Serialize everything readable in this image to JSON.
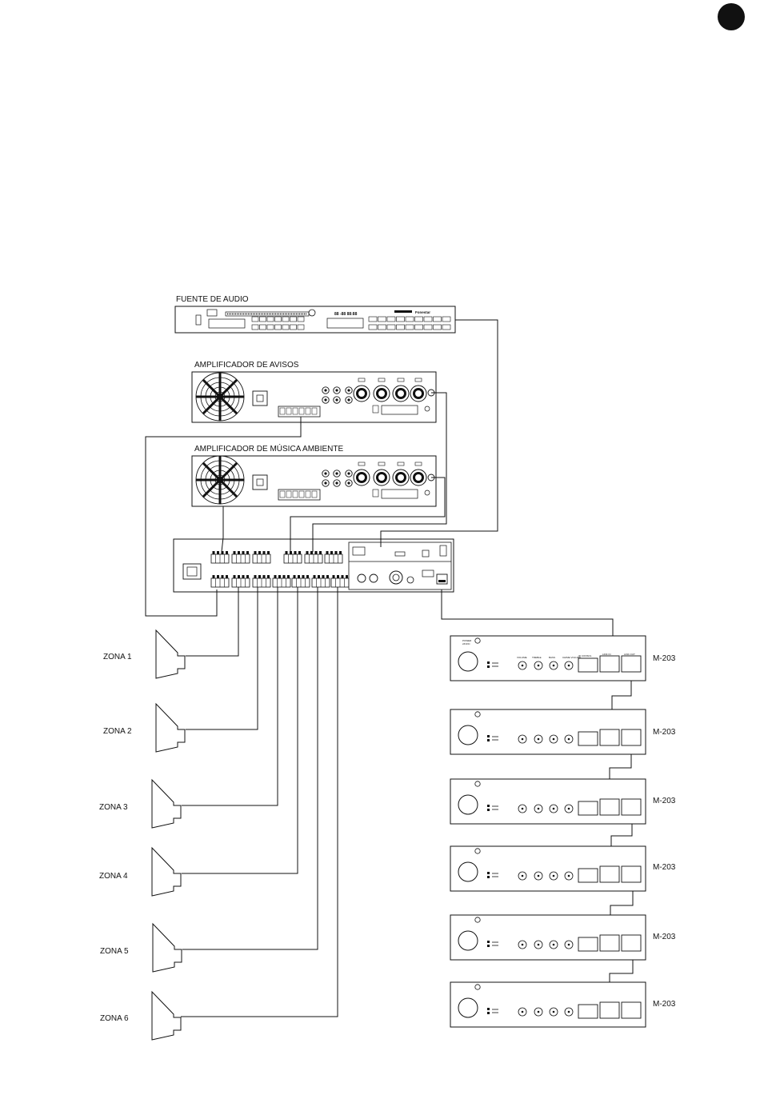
{
  "page_marker": {
    "color": "#111111"
  },
  "audio_source": {
    "title": "FUENTE DE AUDIO",
    "brand": "Fonestar",
    "display": "88 -88 88:88"
  },
  "paging_amp": {
    "title": "AMPLIFICADOR DE AVISOS"
  },
  "ambient_amp": {
    "title": "AMPLIFICADOR DE MÚSICA AMBIENTE"
  },
  "controller": {},
  "zones": [
    {
      "label": "ZONA 1"
    },
    {
      "label": "ZONA 2"
    },
    {
      "label": "ZONA 3"
    },
    {
      "label": "ZONA 4"
    },
    {
      "label": "ZONA 5"
    },
    {
      "label": "ZONA 6"
    }
  ],
  "remote_panels": [
    {
      "model": "M-203"
    },
    {
      "model": "M-203"
    },
    {
      "model": "M-203"
    },
    {
      "model": "M-203"
    },
    {
      "model": "M-203"
    },
    {
      "model": "M-203"
    }
  ],
  "remote_panel_labels": {
    "power": "POWER",
    "volts": "24VDC",
    "knobs": [
      "VOLUME",
      "TREBLE",
      "BASS",
      "CHIME VOLUME"
    ],
    "control": "ID CONSOL",
    "link_in": "LINK IN",
    "link_out": "LINK OUT"
  }
}
